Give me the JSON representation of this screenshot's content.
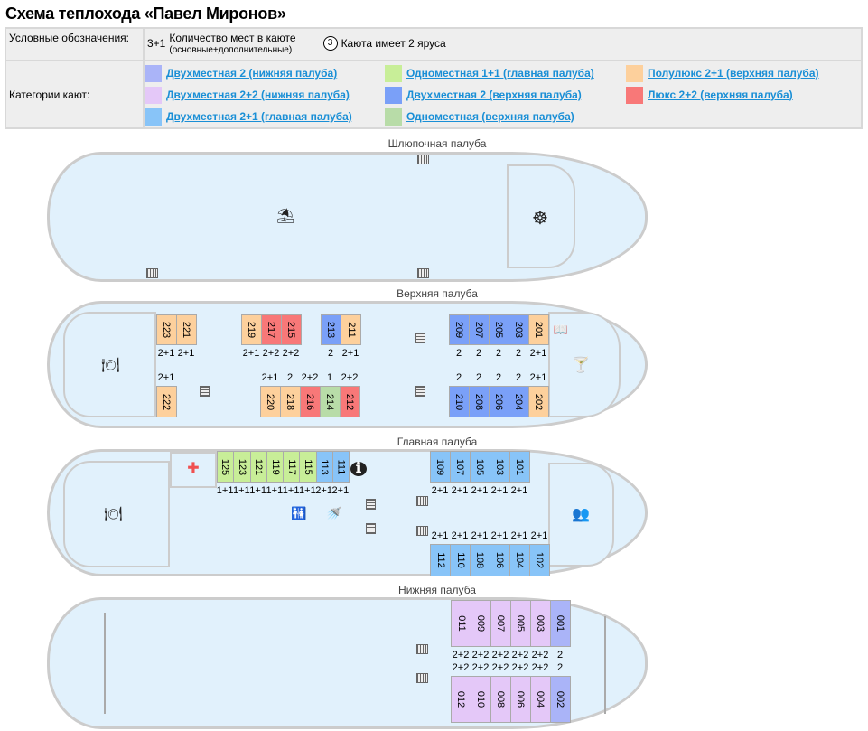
{
  "title": "Схема теплохода «Павел Миронов»",
  "legend": {
    "label": "Условные обозначения:",
    "places_sample": "3+1",
    "places_text": "Количество мест в каюте",
    "places_sub": "(основные+дополнительные)",
    "tier_sample": "3",
    "tier_text": "Каюта имеет 2 яруса"
  },
  "categories_label": "Категории кают:",
  "categories": [
    {
      "id": "c1",
      "label": "Двухместная 2 (нижняя палуба)",
      "color": "#aab4f8"
    },
    {
      "id": "c2",
      "label": "Двухместная 2+2 (нижняя палуба)",
      "color": "#e4c8f8"
    },
    {
      "id": "c3",
      "label": "Двухместная 2+1 (главная палуба)",
      "color": "#88c4f8"
    },
    {
      "id": "c4",
      "label": "Одноместная 1+1 (главная палуба)",
      "color": "#c8ee98"
    },
    {
      "id": "c5",
      "label": "Двухместная 2 (верхняя палуба)",
      "color": "#7aa0f8"
    },
    {
      "id": "c6",
      "label": "Одноместная (верхняя палуба)",
      "color": "#b8dca8"
    },
    {
      "id": "c7",
      "label": "Полулюкс 2+1 (верхняя палуба)",
      "color": "#fdd09c"
    },
    {
      "id": "c8",
      "label": "Люкс 2+2 (верхняя палуба)",
      "color": "#f87878"
    }
  ],
  "decks": [
    {
      "name": "Шлюпочная палуба",
      "groups": []
    },
    {
      "name": "Верхняя палуба",
      "groups": [
        [
          [
            "223",
            "2+1",
            "c7"
          ],
          [
            "221",
            "2+1",
            "c7"
          ]
        ],
        [
          [
            "219",
            "2+1",
            "c7"
          ],
          [
            "217",
            "2+2",
            "c8"
          ],
          [
            "215",
            "2+2",
            "c8"
          ]
        ],
        [
          [
            "213",
            "2",
            "c5"
          ],
          [
            "211",
            "2+1",
            "c7"
          ]
        ],
        [
          [
            "209",
            "2",
            "c5"
          ],
          [
            "207",
            "2",
            "c5"
          ],
          [
            "205",
            "2",
            "c5"
          ],
          [
            "203",
            "2",
            "c5"
          ],
          [
            "201",
            "2+1",
            "c7"
          ]
        ],
        [
          [
            "222",
            "2+1",
            "c7"
          ]
        ],
        [
          [
            "220",
            "2+1",
            "c7"
          ],
          [
            "218",
            "2",
            "c7"
          ],
          [
            "216",
            "2+2",
            "c8"
          ],
          [
            "214",
            "1",
            "c6"
          ],
          [
            "212",
            "2+2",
            "c8"
          ]
        ],
        [
          [
            "210",
            "2",
            "c5"
          ],
          [
            "208",
            "2",
            "c5"
          ],
          [
            "206",
            "2",
            "c5"
          ],
          [
            "204",
            "2",
            "c5"
          ],
          [
            "202",
            "2+1",
            "c7"
          ]
        ]
      ]
    },
    {
      "name": "Главная палуба",
      "groups": [
        [
          [
            "125",
            "1+1",
            "c4"
          ],
          [
            "123",
            "1+1",
            "c4"
          ],
          [
            "121",
            "1+1",
            "c4"
          ],
          [
            "119",
            "1+1",
            "c4"
          ],
          [
            "117",
            "1+1",
            "c4"
          ],
          [
            "115",
            "1+1",
            "c4"
          ],
          [
            "113",
            "2+1",
            "c3"
          ],
          [
            "111",
            "2+1",
            "c3"
          ]
        ],
        [
          [
            "109",
            "2+1",
            "c3"
          ],
          [
            "107",
            "2+1",
            "c3"
          ],
          [
            "105",
            "2+1",
            "c3"
          ],
          [
            "103",
            "2+1",
            "c3"
          ],
          [
            "101",
            "2+1",
            "c3"
          ]
        ],
        [
          [
            "112",
            "2+1",
            "c3"
          ],
          [
            "110",
            "2+1",
            "c3"
          ],
          [
            "108",
            "2+1",
            "c3"
          ],
          [
            "106",
            "2+1",
            "c3"
          ],
          [
            "104",
            "2+1",
            "c3"
          ],
          [
            "102",
            "2+1",
            "c3"
          ]
        ]
      ]
    },
    {
      "name": "Нижняя палуба",
      "groups": [
        [
          [
            "011",
            "2+2",
            "c2"
          ],
          [
            "009",
            "2+2",
            "c2"
          ],
          [
            "007",
            "2+2",
            "c2"
          ],
          [
            "005",
            "2+2",
            "c2"
          ],
          [
            "003",
            "2+2",
            "c2"
          ],
          [
            "001",
            "2",
            "c1"
          ]
        ],
        [
          [
            "012",
            "2+2",
            "c2"
          ],
          [
            "010",
            "2+2",
            "c2"
          ],
          [
            "008",
            "2+2",
            "c2"
          ],
          [
            "006",
            "2+2",
            "c2"
          ],
          [
            "004",
            "2+2",
            "c2"
          ],
          [
            "002",
            "2",
            "c1"
          ]
        ]
      ]
    }
  ]
}
